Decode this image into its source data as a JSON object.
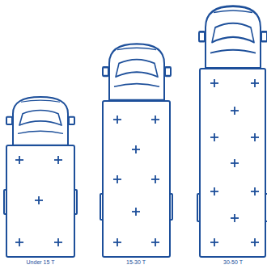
{
  "diagram": {
    "labels": [
      "Under 15 T",
      "15-30 T",
      "30-50 T"
    ]
  }
}
